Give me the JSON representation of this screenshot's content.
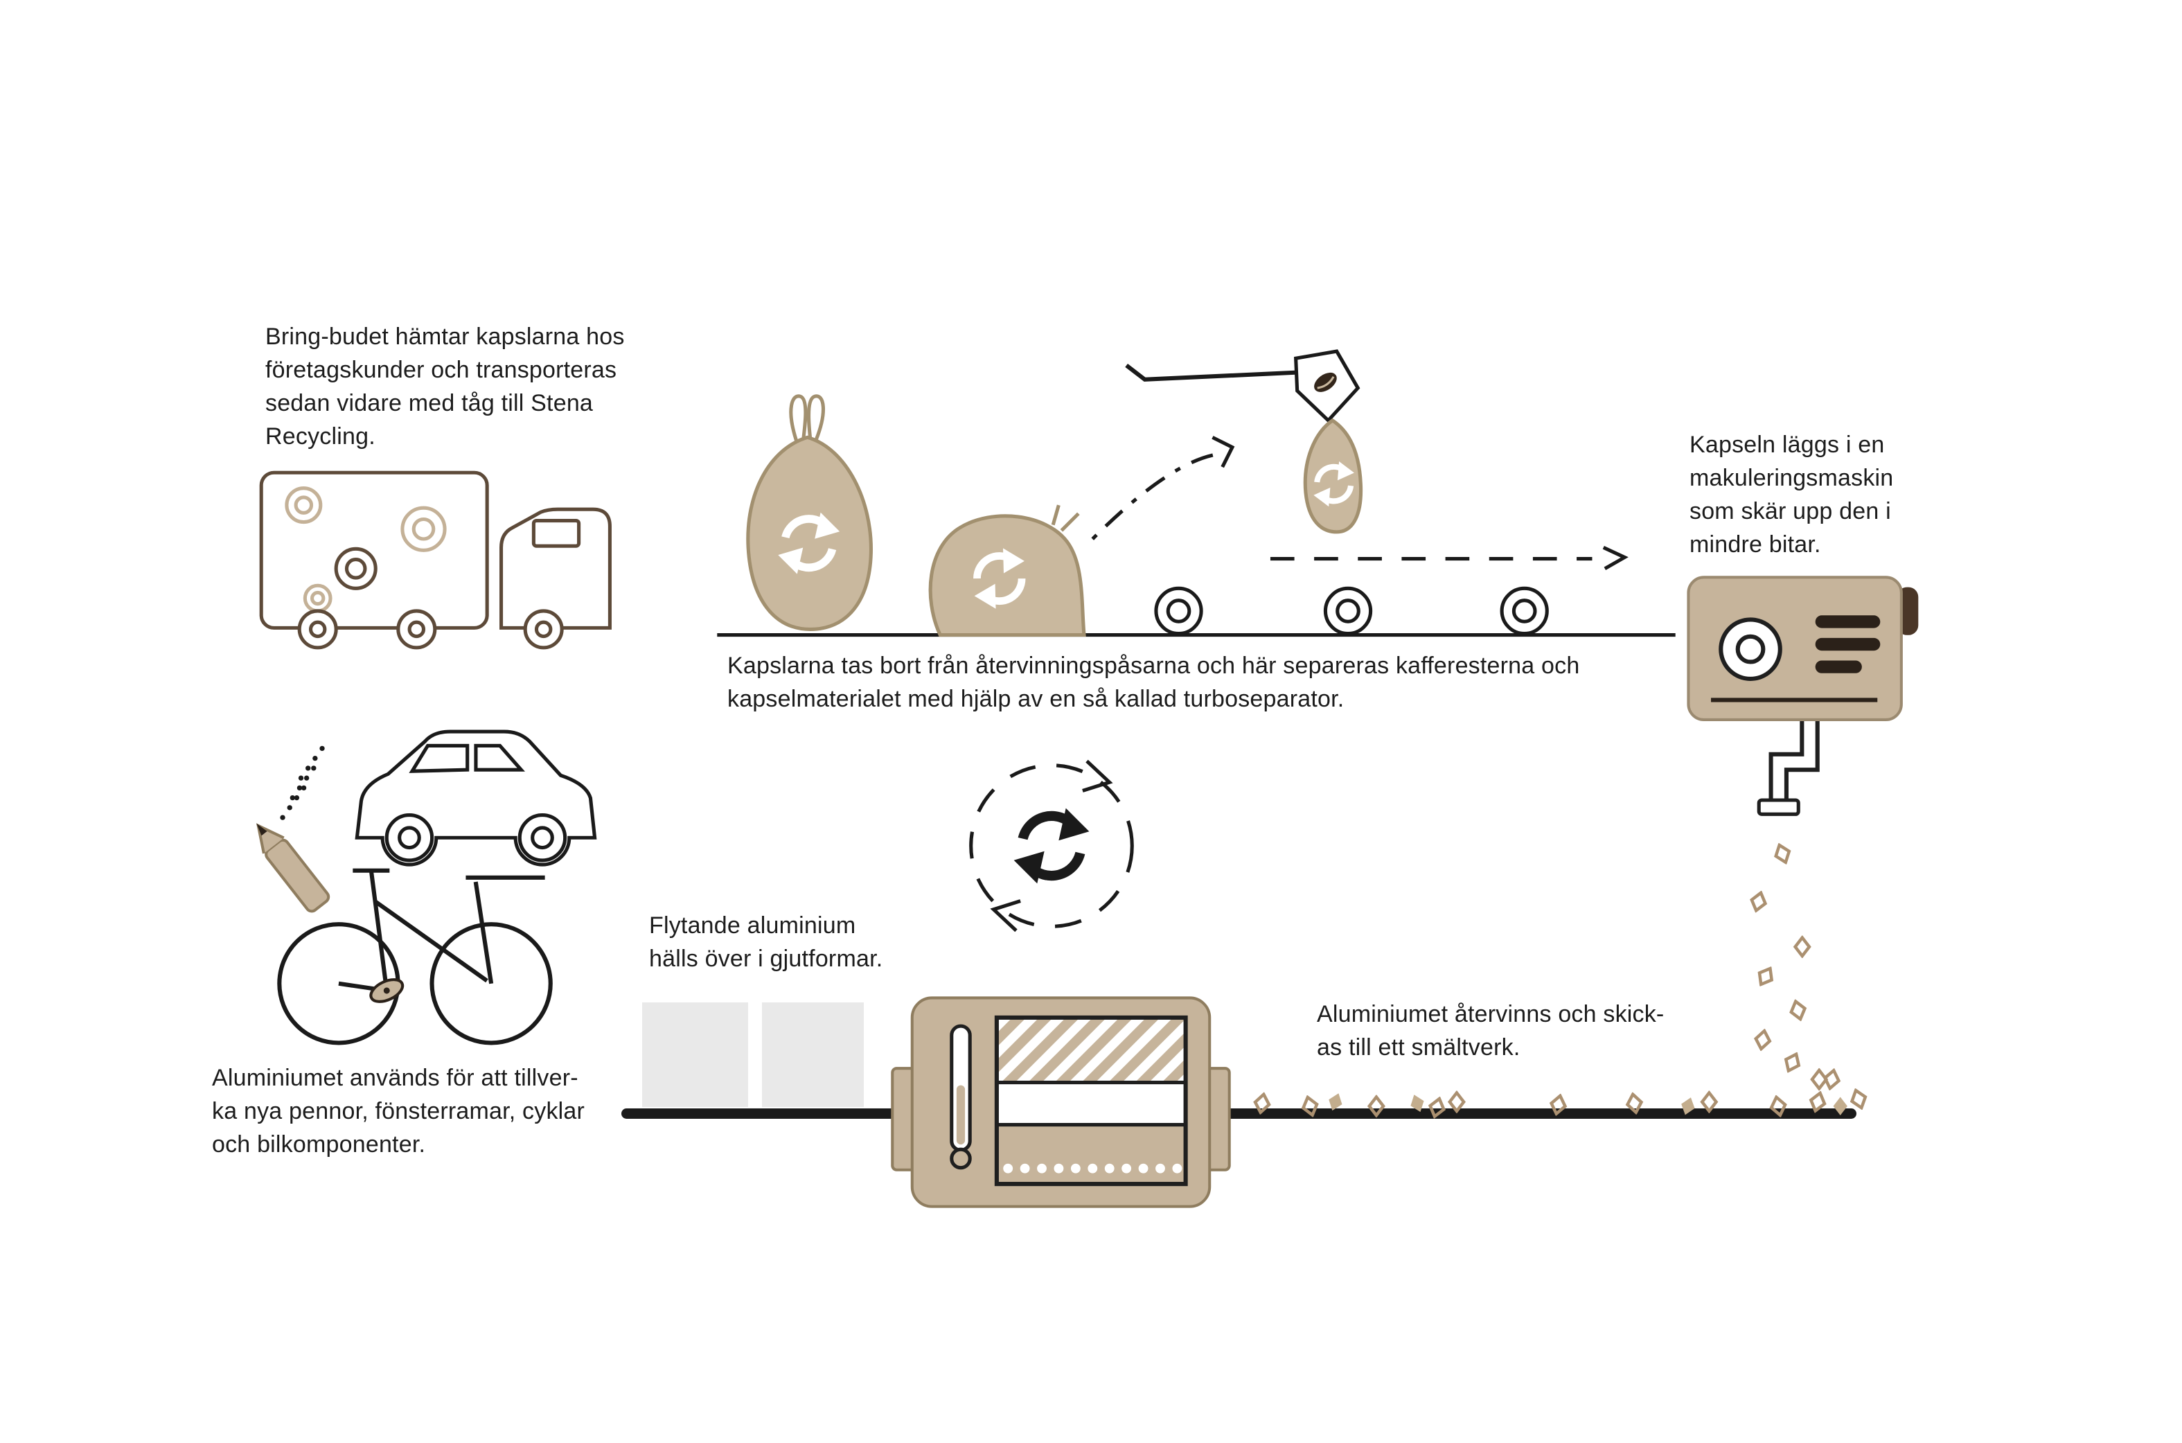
{
  "steps": {
    "pickup": "Bring-budet hämtar kapslarna hos\nföretagskunder och transporteras\nsedan vidare med tåg till Stena\nRecycling.",
    "separation": "Kapslarna tas bort från återvinningspåsarna och här separeras kafferesterna och\nkapselmaterialet med hjälp av en så kallad turboseparator.",
    "shredding": "Kapseln läggs i en\nmakuleringsmaskin\nsom skär upp den i\nmindre bitar.",
    "smelting": "Aluminiumet återvinns och skick-\nas till ett smältverk.",
    "casting": "Flytande aluminium\nhälls över i gjutformar.",
    "products": "Aluminiumet används för att tillver-\nka nya pennor, fönsterramar, cyklar\noch bilkomponenter."
  },
  "icons": {
    "recycle-icon": "two-arrow-cycle",
    "coffee-bean-icon": "bean",
    "capsule-piece-icon": "diamond-chip"
  },
  "colors": {
    "background": "#ffffff",
    "ink": "#1a1a1a",
    "text": "#1c1c1c",
    "tan_fill": "#c6b49b",
    "bag_fill": "#c9b89e",
    "tan_stroke": "#a2906f",
    "truck_brown": "#5d4a39",
    "dark_brown": "#2b2119",
    "knob_brown": "#4a3627",
    "mold_gray": "#e9e9e9",
    "piece_outline": "#ab9070"
  }
}
